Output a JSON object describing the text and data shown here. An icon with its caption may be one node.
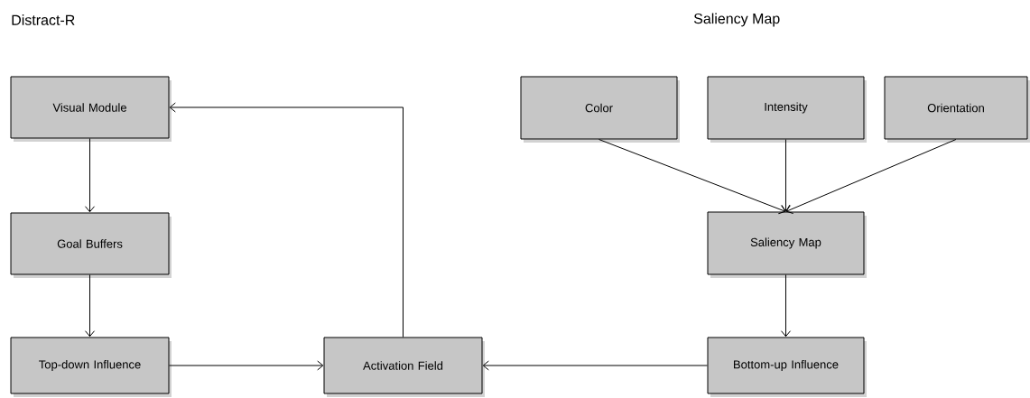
{
  "diagram": {
    "nodes": [
      {
        "text": [
          "Visual Module"
        ]
      },
      {
        "text": [
          "Goal Buffers"
        ]
      },
      {
        "text": [
          "Top-down Influence"
        ]
      },
      {
        "text": [
          "Activation Field"
        ]
      },
      {
        "text": [
          "Color"
        ]
      },
      {
        "text": [
          "Intensity"
        ]
      },
      {
        "text": [
          "Orientation"
        ]
      },
      {
        "text": [
          "Saliency Map"
        ]
      },
      {
        "text": [
          "Bottom-up Influence"
        ]
      }
    ],
    "edges": [
      {
        "from": 0,
        "to": 1,
        "arrow": "to"
      },
      {
        "from": 1,
        "to": 2,
        "arrow": "to"
      },
      {
        "from": 2,
        "to": 3,
        "arrow": "to"
      },
      {
        "from": 8,
        "to": 3,
        "arrow": "to"
      },
      {
        "from": 3,
        "to": 0,
        "arrow": "to"
      },
      {
        "from": 4,
        "to": 7,
        "arrow": "to"
      },
      {
        "from": 5,
        "to": 7,
        "arrow": "to"
      },
      {
        "from": 6,
        "to": 7,
        "arrow": "to"
      },
      {
        "from": 7,
        "to": 8,
        "arrow": "to"
      }
    ],
    "labels": [
      "Distract-R",
      "Saliency Map"
    ]
  }
}
